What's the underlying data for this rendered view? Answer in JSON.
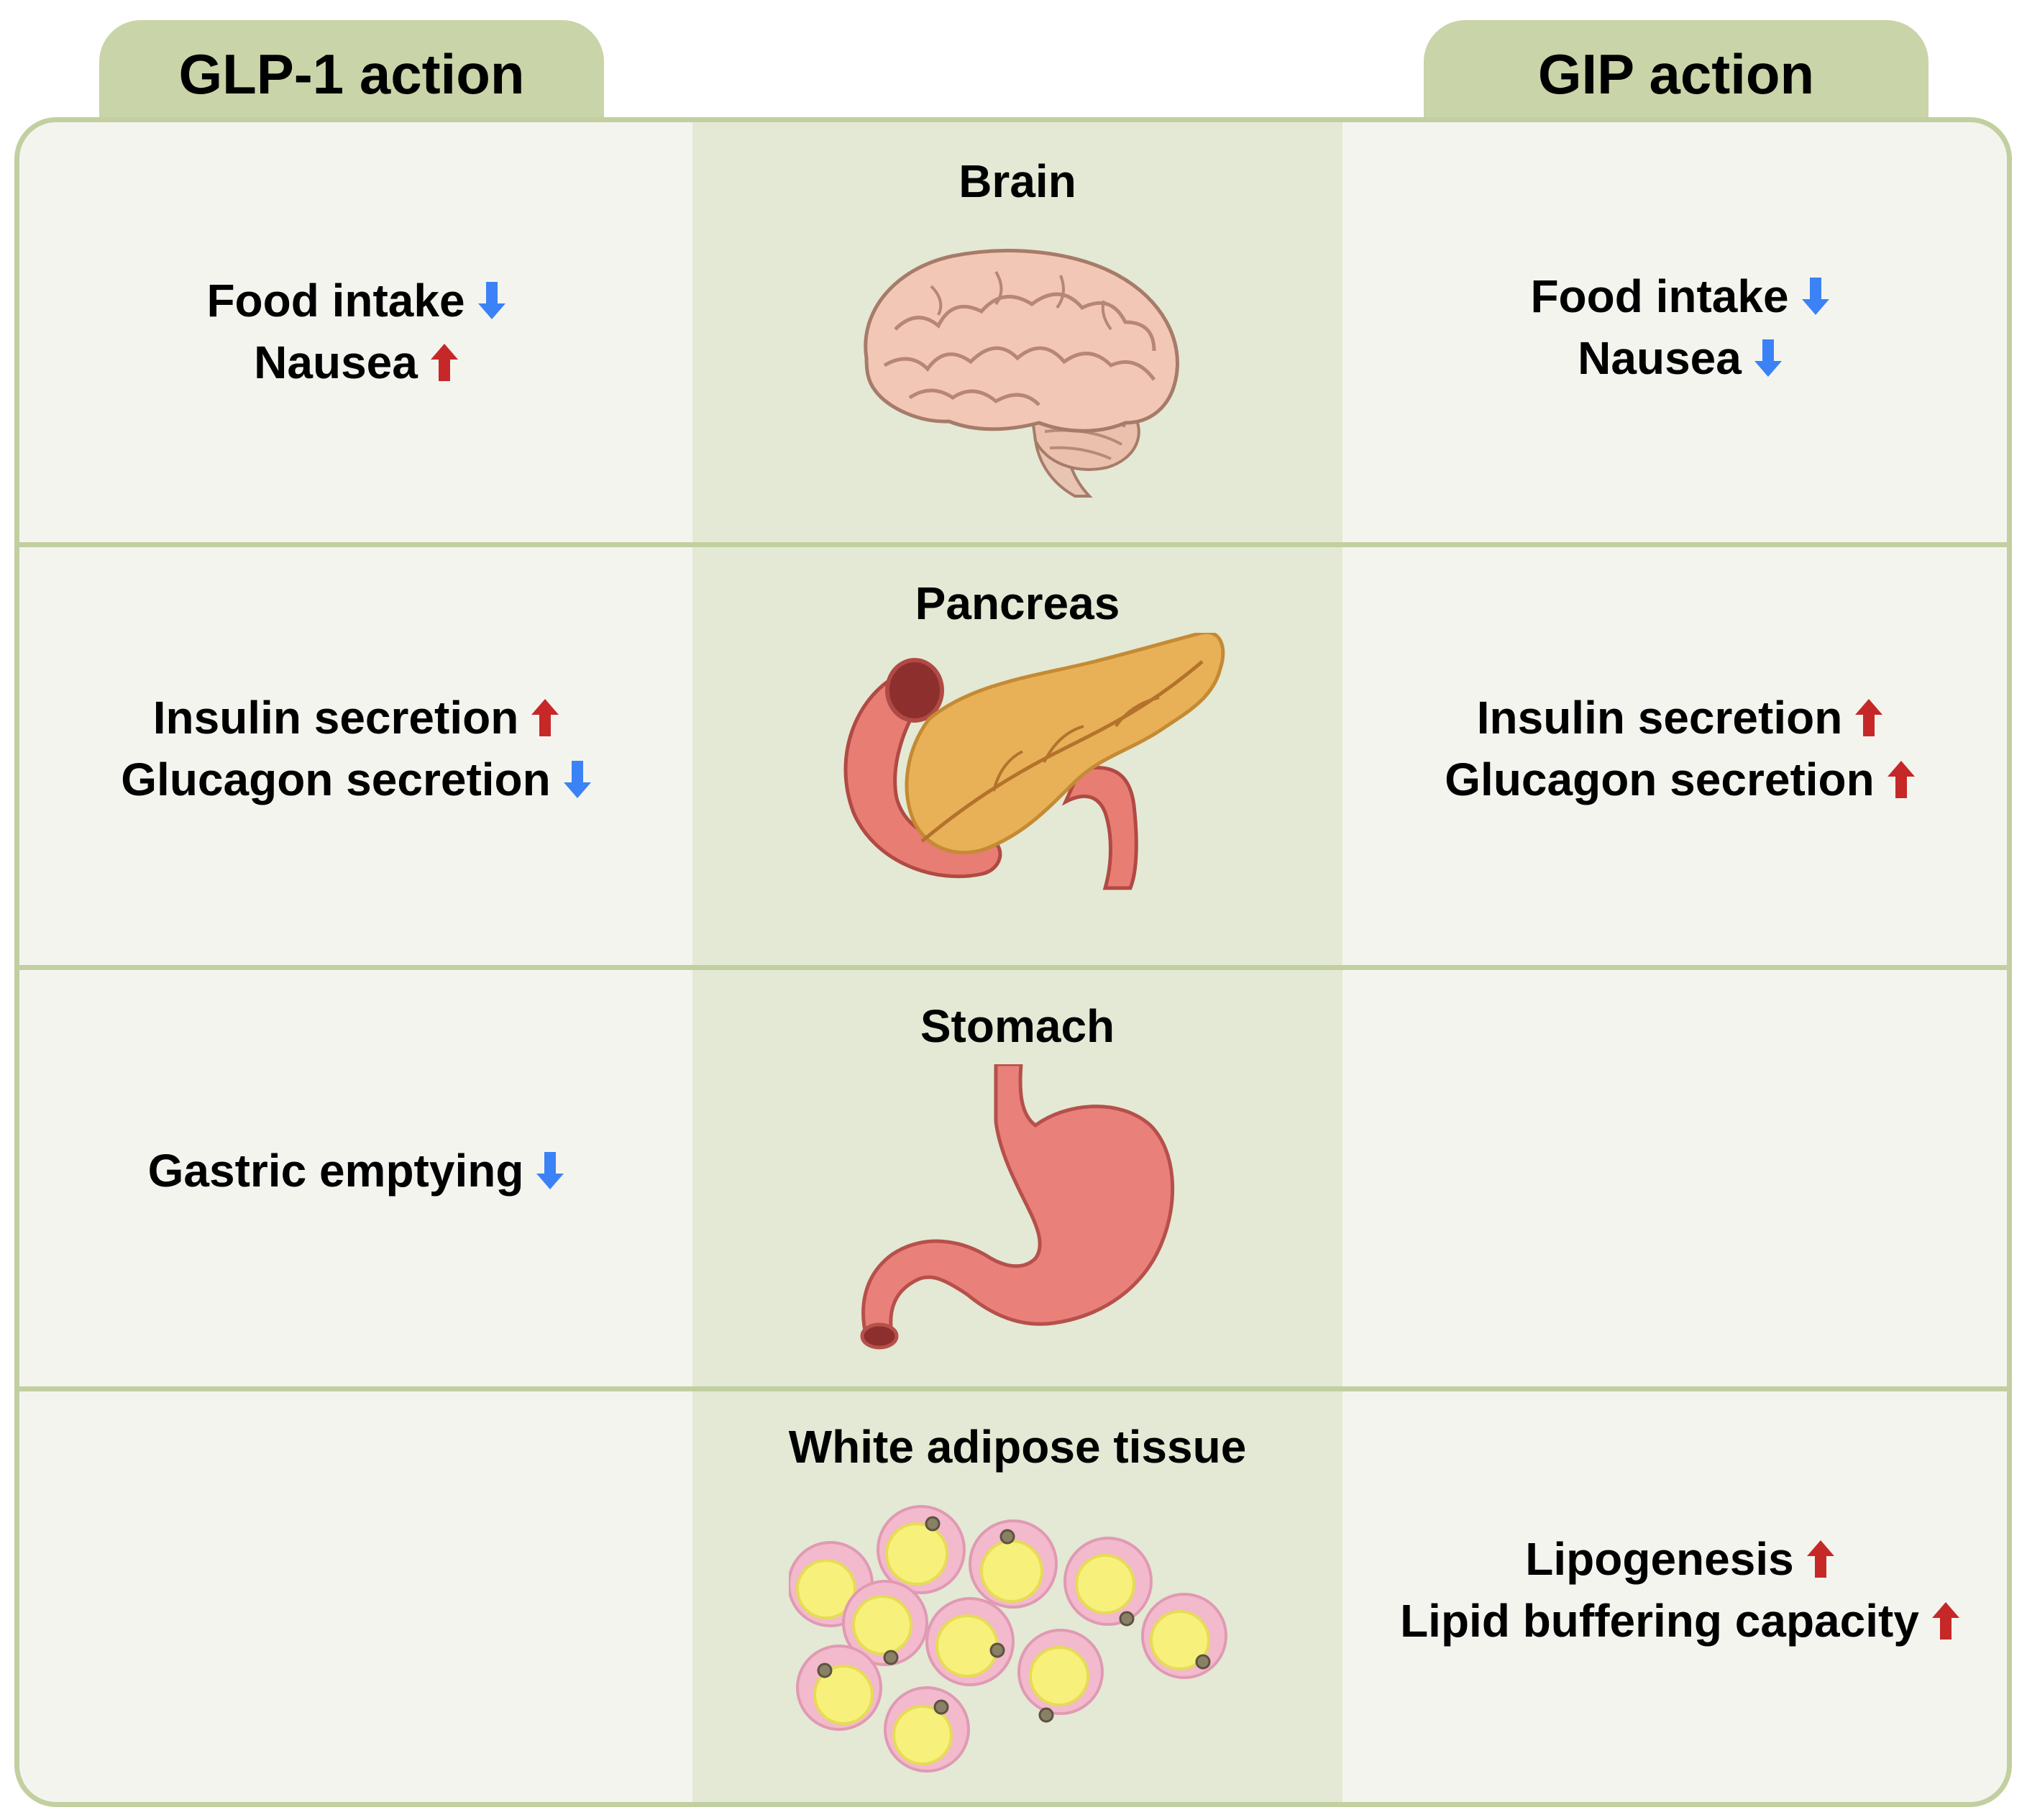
{
  "headers": {
    "left": "GLP-1 action",
    "right": "GIP action"
  },
  "colors": {
    "increase": "#c62828",
    "decrease": "#3b82f6",
    "tab": "#c9d4a8",
    "band": "#e3e9d4",
    "panel": "#f4f4ef",
    "border": "#c2cfa0"
  },
  "rows": [
    {
      "organ": "Brain",
      "glp1": [
        {
          "label": "Food intake",
          "trend": "down"
        },
        {
          "label": "Nausea",
          "trend": "up"
        }
      ],
      "gip": [
        {
          "label": "Food intake",
          "trend": "down"
        },
        {
          "label": "Nausea",
          "trend": "down"
        }
      ]
    },
    {
      "organ": "Pancreas",
      "glp1": [
        {
          "label": "Insulin secretion",
          "trend": "up"
        },
        {
          "label": "Glucagon secretion",
          "trend": "down"
        }
      ],
      "gip": [
        {
          "label": "Insulin secretion",
          "trend": "up"
        },
        {
          "label": "Glucagon secretion",
          "trend": "up"
        }
      ]
    },
    {
      "organ": "Stomach",
      "glp1": [
        {
          "label": "Gastric emptying",
          "trend": "down"
        }
      ],
      "gip": []
    },
    {
      "organ": "White adipose tissue",
      "glp1": [],
      "gip": [
        {
          "label": "Lipogenesis",
          "trend": "up"
        },
        {
          "label": "Lipid buffering capacity",
          "trend": "up"
        }
      ]
    }
  ],
  "icons": [
    "brain-icon",
    "pancreas-icon",
    "stomach-icon",
    "adipose-cells-icon",
    "arrow-up-icon",
    "arrow-down-icon"
  ]
}
